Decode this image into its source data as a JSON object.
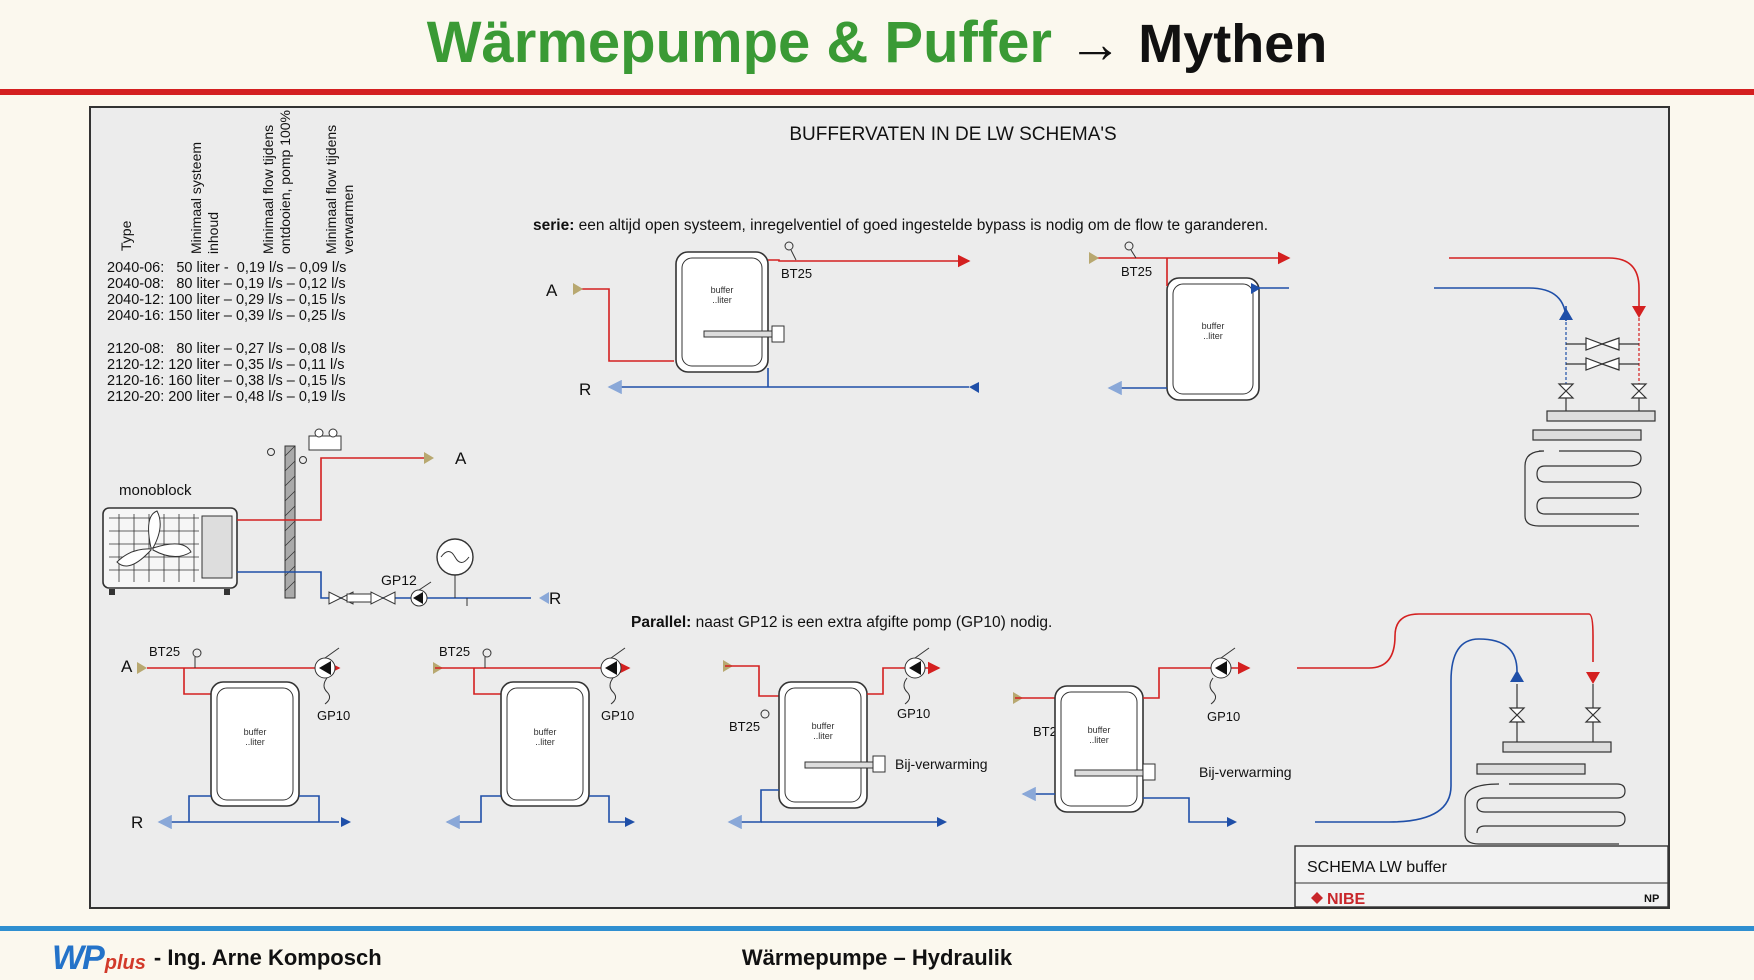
{
  "header": {
    "title_main": "Wärmepumpe & Puffer",
    "title_arrow": "→",
    "title_sub": "Mythen"
  },
  "diagram": {
    "title": "BUFFERVATEN IN DE LW SCHEMA'S",
    "table": {
      "headers": [
        "Type",
        "Minimaal systeem inhoud",
        "Minimaal flow tijdens ontdooien, pomp 100%",
        "Minimaal flow tijdens verwarmen"
      ],
      "header_lines": [
        [
          "Type"
        ],
        [
          "Minimaal systeem",
          "inhoud"
        ],
        [
          "Minimaal flow tijdens",
          "ontdooien, pomp 100%"
        ],
        [
          "Minimaal flow tijdens",
          "verwarmen"
        ]
      ],
      "rows_group1": [
        "2040-06:   50 liter -  0,19 l/s – 0,09 l/s",
        "2040-08:   80 liter – 0,19 l/s – 0,12 l/s",
        "2040-12: 100 liter – 0,29 l/s – 0,15 l/s",
        "2040-16: 150 liter – 0,39 l/s – 0,25 l/s"
      ],
      "rows_group2": [
        "2120-08:   80 liter – 0,27 l/s – 0,08 l/s",
        "2120-12: 120 liter – 0,35 l/s – 0,11 l/s",
        "2120-16: 160 liter – 0,38 l/s – 0,15 l/s",
        "2120-20: 200 liter – 0,48 l/s – 0,19 l/s"
      ]
    },
    "serie_label": "serie:",
    "serie_text": " een altijd open systeem, inregelventiel of goed ingestelde bypass is nodig om de flow te garanderen.",
    "parallel_label": "Parallel:",
    "parallel_text": " naast GP12 is een extra afgifte pomp (GP10) nodig.",
    "labels": {
      "A": "A",
      "R": "R",
      "BT25": "BT25",
      "GP10": "GP10",
      "GP12": "GP12",
      "monoblock": "monoblock",
      "buffer": "buffer",
      "liter": "..liter",
      "bijverwarming": "Bij-verwarming"
    },
    "schema_box": {
      "title": "SCHEMA LW buffer",
      "brand": "NIBE",
      "np": "NP"
    }
  },
  "footer": {
    "logo_main": "WP",
    "logo_plus": "plus",
    "author": "- Ing. Arne Komposch",
    "center": "Wärmepumpe – Hydraulik"
  },
  "colors": {
    "title_green": "#3a9a35",
    "supply_red": "#d42020",
    "return_blue": "#1f4fa8",
    "header_line": "#d42020",
    "footer_line": "#2f8fd0"
  }
}
